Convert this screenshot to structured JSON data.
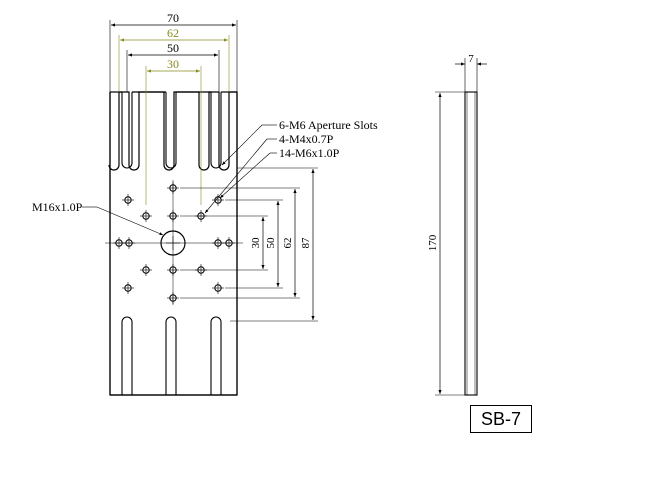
{
  "part_number": "SB-7",
  "front_view": {
    "dim_width_70": "70",
    "dim_width_62": "62",
    "dim_width_50": "50",
    "dim_width_30": "30",
    "vdim_30": "30",
    "vdim_50": "50",
    "vdim_62": "62",
    "vdim_87": "87",
    "callout_slots": "6-M6 Aperture Slots",
    "callout_m4": "4-M4x0.7P",
    "callout_m6": "14-M6x1.0P",
    "callout_m16": "M16x1.0P"
  },
  "side_view": {
    "dim_thickness": "7",
    "dim_length": "170"
  },
  "colors": {
    "line": "#000000",
    "dim_olive": "#8a8a20"
  }
}
